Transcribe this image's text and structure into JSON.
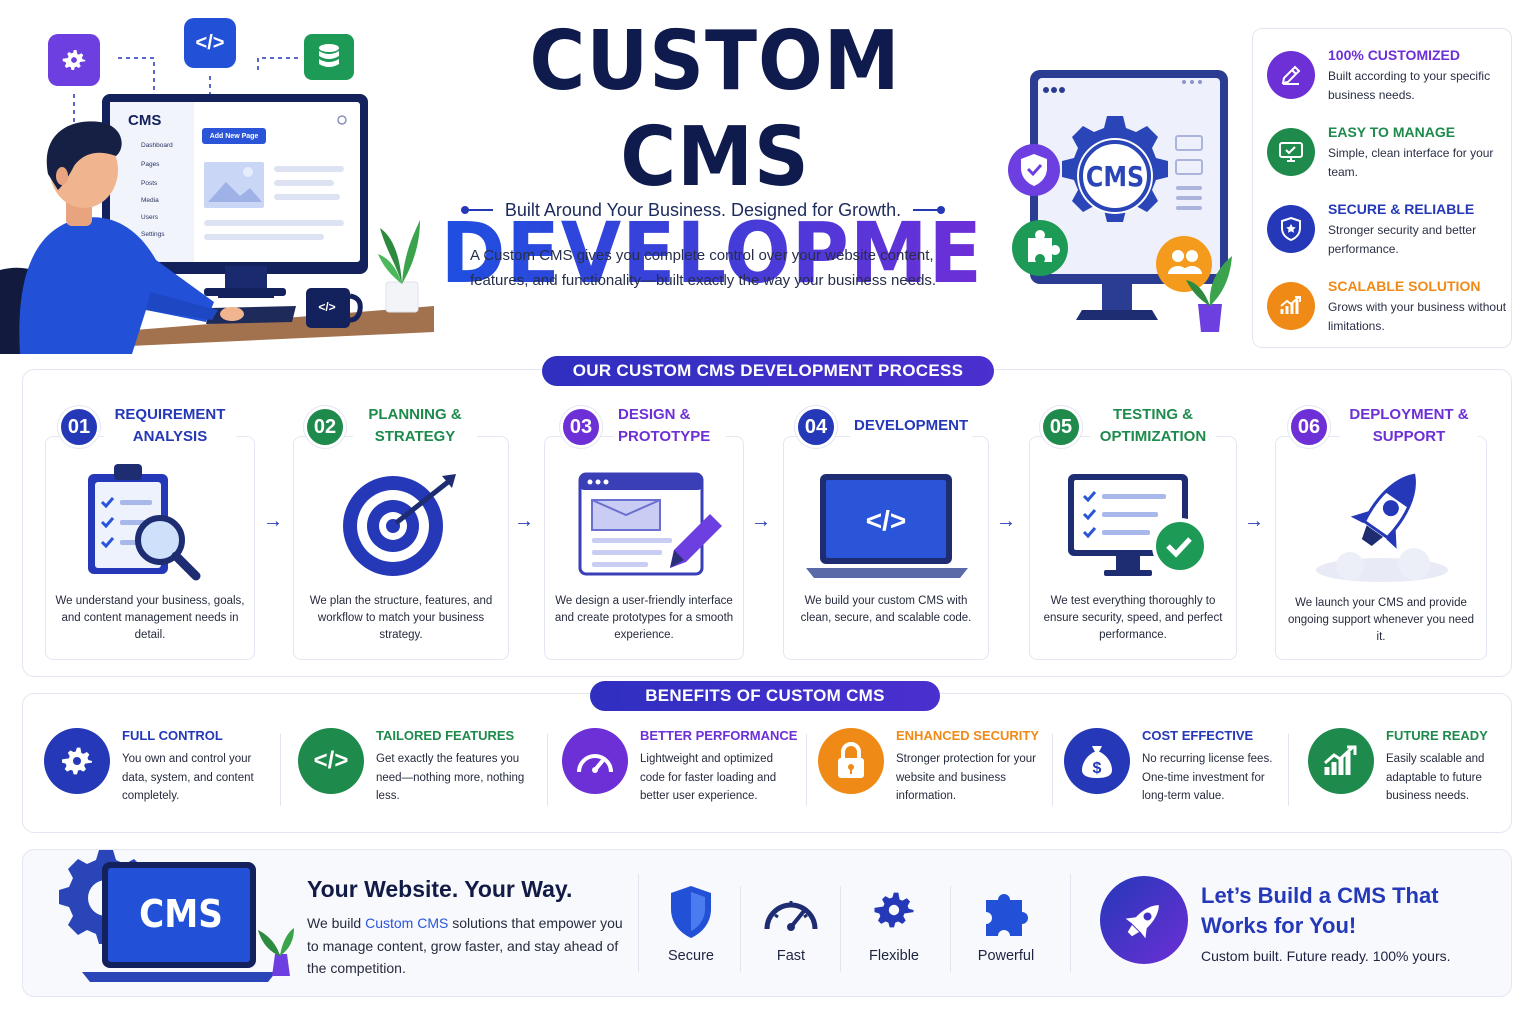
{
  "hero": {
    "title_line1": "CUSTOM CMS",
    "title_line2": "DEVELOPMENT",
    "tagline": "Built Around Your Business. Designed for Growth.",
    "intro": "A Custom CMS gives you complete control over your website content, features, and functionality—built exactly the way your business needs.",
    "mock_cms": {
      "logo": "CMS",
      "button": "Add New Page",
      "menu": [
        "Dashboard",
        "Pages",
        "Posts",
        "Media",
        "Users",
        "Settings"
      ]
    },
    "monitor_badge": "CMS",
    "mug_label": "</>"
  },
  "features": [
    {
      "title": "100% CUSTOMIZED",
      "desc": "Built according to your specific business needs.",
      "color": "#6d2fd6",
      "icon": "pencil-icon"
    },
    {
      "title": "EASY TO MANAGE",
      "desc": "Simple, clean interface for your team.",
      "color": "#1e8a4c",
      "icon": "monitor-icon"
    },
    {
      "title": "SECURE & RELIABLE",
      "desc": "Stronger security and better performance.",
      "color": "#2438b8",
      "icon": "shield-icon"
    },
    {
      "title": "SCALABLE SOLUTION",
      "desc": "Grows with your business without limitations.",
      "color": "#f08a17",
      "icon": "growth-chart-icon"
    }
  ],
  "process": {
    "heading": "OUR CUSTOM CMS DEVELOPMENT PROCESS",
    "steps": [
      {
        "num": "01",
        "title": "REQUIREMENT ANALYSIS",
        "desc": "We understand your business, goals, and content management needs in detail.",
        "color": "#2438b8",
        "icon": "clipboard-magnifier-icon"
      },
      {
        "num": "02",
        "title": "PLANNING & STRATEGY",
        "desc": "We plan the structure, features, and workflow to match your business strategy.",
        "color": "#1e8a4c",
        "icon": "target-icon"
      },
      {
        "num": "03",
        "title": "DESIGN & PROTOTYPE",
        "desc": "We design a user-friendly interface and create prototypes for a smooth experience.",
        "color": "#6d2fd6",
        "icon": "wireframe-pencil-icon"
      },
      {
        "num": "04",
        "title": "DEVELOPMENT",
        "desc": "We build your custom CMS with clean, secure, and scalable code.",
        "color": "#2438b8",
        "icon": "laptop-code-icon"
      },
      {
        "num": "05",
        "title": "TESTING & OPTIMIZATION",
        "desc": "We test everything thoroughly to ensure security, speed, and perfect performance.",
        "color": "#1e8a4c",
        "icon": "monitor-checklist-icon"
      },
      {
        "num": "06",
        "title": "DEPLOYMENT & SUPPORT",
        "desc": "We launch your CMS and provide ongoing support whenever you need it.",
        "color": "#6d2fd6",
        "icon": "rocket-icon"
      }
    ]
  },
  "benefits": {
    "heading": "BENEFITS OF CUSTOM CMS",
    "items": [
      {
        "title": "FULL CONTROL",
        "desc": "You own and control your data, system, and content completely.",
        "color": "#2438b8",
        "icon": "gear-icon"
      },
      {
        "title": "TAILORED FEATURES",
        "desc": "Get exactly the features you need—nothing more, nothing less.",
        "color": "#1e8a4c",
        "icon": "code-icon"
      },
      {
        "title": "BETTER PERFORMANCE",
        "desc": "Lightweight and optimized code for faster loading and better user experience.",
        "color": "#6d2fd6",
        "icon": "speedometer-icon"
      },
      {
        "title": "ENHANCED SECURITY",
        "desc": "Stronger protection for your website and business information.",
        "color": "#f08a17",
        "icon": "padlock-icon"
      },
      {
        "title": "COST EFFECTIVE",
        "desc": "No recurring license fees. One-time investment for long-term value.",
        "color": "#2438b8",
        "icon": "money-bag-icon"
      },
      {
        "title": "FUTURE READY",
        "desc": "Easily scalable and adaptable to future business needs.",
        "color": "#1e8a4c",
        "icon": "growth-chart-icon"
      }
    ]
  },
  "bottom": {
    "laptop_label": "CMS",
    "title": "Your Website. Your Way.",
    "desc_before": "We build ",
    "desc_highlight": "Custom CMS",
    "desc_after": " solutions that empower you to manage content, grow faster, and stay ahead of the competition.",
    "qualities": [
      {
        "label": "Secure",
        "icon": "shield-icon"
      },
      {
        "label": "Fast",
        "icon": "speedometer-icon"
      },
      {
        "label": "Flexible",
        "icon": "gear-icon"
      },
      {
        "label": "Powerful",
        "icon": "puzzle-icon"
      }
    ],
    "cta_title": "Let’s Build a CMS That Works for You!",
    "cta_sub": "Custom built. Future ready. 100% yours."
  }
}
